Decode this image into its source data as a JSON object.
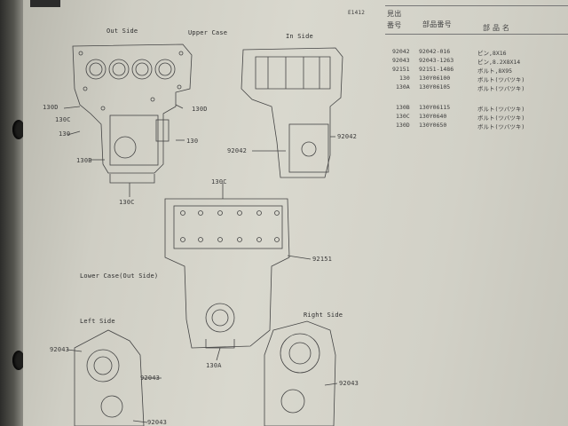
{
  "document": {
    "code": "E1412",
    "diagram_labels": {
      "out_side": "Out Side",
      "upper_case": "Upper Case",
      "in_side": "In Side",
      "lower_case": "Lower Case(Out Side)",
      "left_side": "Left Side",
      "right_side": "Right Side"
    },
    "callouts": {
      "c130d_a": "130D",
      "c130c_a": "130C",
      "c130_a": "130",
      "c130_b": "130",
      "c130b_a": "130B",
      "c130c_b": "130C",
      "c130d_b": "130D",
      "c92042_a": "92042",
      "c92042_b": "92042",
      "c130c_c": "130C",
      "c92151": "92151",
      "c130a": "130A",
      "c92043_a": "92043",
      "c92043_b": "92043",
      "c92043_c": "92043"
    },
    "table": {
      "headers": {
        "ref_line1": "見出",
        "ref_line2": "番号",
        "part_no": "部品番号",
        "part_name": "部 品 名"
      },
      "rows": [
        {
          "ref": "92042",
          "part": "92042-016",
          "name": "ピン,8X16"
        },
        {
          "ref": "92043",
          "part": "92043-1263",
          "name": "ピン,8.2X8X14"
        },
        {
          "ref": "92151",
          "part": "92151-1486",
          "name": "ボルト,8X95"
        },
        {
          "ref": "130",
          "part": "130Y06100",
          "name": "ボルト(ツバツキ)"
        },
        {
          "ref": "130A",
          "part": "130Y06105",
          "name": "ボルト(ツバツキ)"
        },
        {
          "ref": "130B",
          "part": "130Y06115",
          "name": "ボルト(ツバツキ)"
        },
        {
          "ref": "130C",
          "part": "130Y0640",
          "name": "ボルト(ツバツキ)"
        },
        {
          "ref": "130D",
          "part": "130Y0650",
          "name": "ボルト(ツバツキ)"
        }
      ]
    }
  }
}
